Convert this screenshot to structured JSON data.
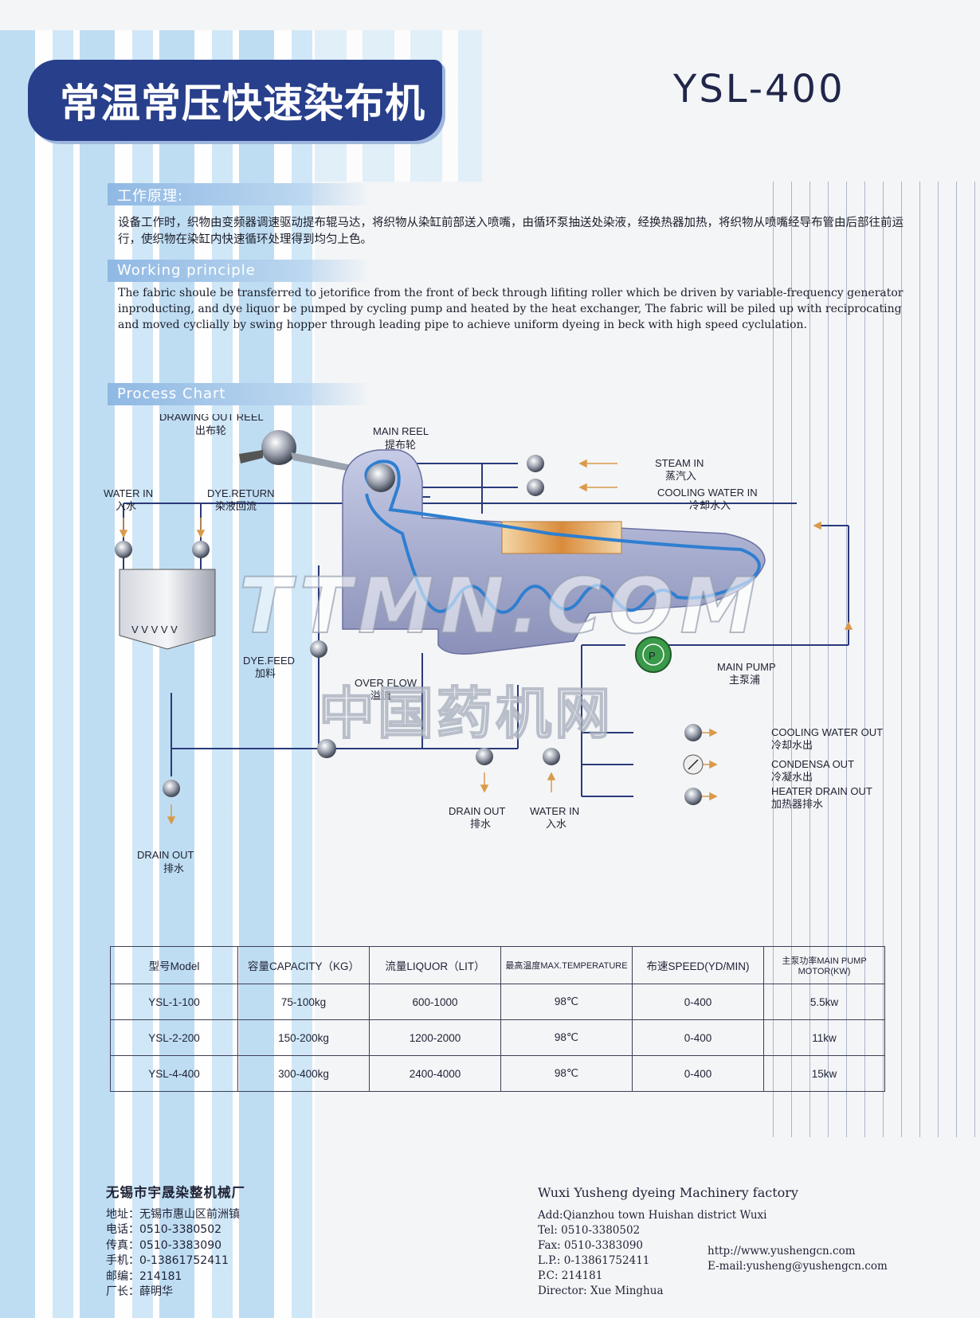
{
  "header": {
    "title_cn": "常温常压快速染布机",
    "model": "YSL-400"
  },
  "sections": {
    "principle_cn_label": "工作原理:",
    "principle_cn_text": "设备工作时，织物由变频器调速驱动提布辊马达，将织物从染缸前部送入喷嘴，由循环泵抽送处染液，经换热器加热，将织物从喷嘴经导布管由后部往前运行，使织物在染缸内快速循环处理得到均匀上色。",
    "principle_en_label": "Working principle",
    "principle_en_text": "The fabric shoule be transferred to jetorifice from the front of beck through lifiting roller which be driven by variable-frequency generator inproducting, and dye liquor be pumped by cycling pump and heated by the heat exchanger, The fabric will be piled up with reciprocating and moved cyclially by swing hopper through leading pipe to achieve uniform dyeing in beck with high speed cyclulation.",
    "process_label": "Process Chart"
  },
  "diagram": {
    "drawing_out_reel_en": "DRAWING OUT REEL",
    "drawing_out_reel_cn": "出布轮",
    "main_reel_en": "MAIN REEL",
    "main_reel_cn": "提布轮",
    "steam_in_en": "STEAM IN",
    "steam_in_cn": "蒸汽入",
    "cooling_water_in_en": "COOLING WATER IN",
    "cooling_water_in_cn": "冷却水入",
    "water_in_en": "WATER IN",
    "water_in_cn": "入水",
    "dye_return_en": "DYE.RETURN",
    "dye_return_cn": "染液回流",
    "dye_feed_en": "DYE.FEED",
    "dye_feed_cn": "加料",
    "over_flow_en": "OVER FLOW",
    "over_flow_cn": "溢流",
    "main_pump_en": "MAIN PUMP",
    "main_pump_cn": "主泵浦",
    "pump_symbol": "P",
    "cooling_water_out_en": "COOLING WATER OUT",
    "cooling_water_out_cn": "冷却水出",
    "condensa_out_en": "CONDENSA OUT",
    "condensa_out_cn": "冷凝水出",
    "heater_drain_out_en": "HEATER DRAIN OUT",
    "heater_drain_out_cn": "加热器排水",
    "drain_out_en": "DRAIN OUT",
    "drain_out_cn": "排水",
    "drain_out2_en": "DRAIN OUT",
    "drain_out2_cn": "排水",
    "water_in2_en": "WATER IN",
    "water_in2_cn": "入水",
    "tank_marks": "V V V V V"
  },
  "watermark": {
    "line1": "TTMN.COM",
    "line2": "中国药机网"
  },
  "spec_table": {
    "headers": [
      "型号Model",
      "容量CAPACITY（KG）",
      "流量LIQUOR（LIT）",
      "最高温度MAX.TEMPERATURE",
      "布速SPEED(YD/MIN)",
      "主泵功率MAIN PUMP MOTOR(KW)"
    ],
    "rows": [
      [
        "YSL-1-100",
        "75-100kg",
        "600-1000",
        "98℃",
        "0-400",
        "5.5kw"
      ],
      [
        "YSL-2-200",
        "150-200kg",
        "1200-2000",
        "98℃",
        "0-400",
        "11kw"
      ],
      [
        "YSL-4-400",
        "300-400kg",
        "2400-4000",
        "98℃",
        "0-400",
        "15kw"
      ]
    ]
  },
  "footer_cn": {
    "company": "无锡市宇晟染整机械厂",
    "address": "地址：无锡市惠山区前洲镇",
    "tel": "电话：0510-3380502",
    "fax": "传真：0510-3383090",
    "mobile": "手机：0-13861752411",
    "postcode": "邮编：214181",
    "director": "厂长：薛明华"
  },
  "footer_en": {
    "company": "Wuxi Yusheng dyeing Machinery factory",
    "address": "Add:Qianzhou town Huishan district Wuxi",
    "tel": "Tel: 0510-3380502",
    "fax": "Fax: 0510-3383090",
    "lp": "L.P.: 0-13861752411",
    "pc": "P.C: 214181",
    "director": "Director: Xue Minghua",
    "web": "http://www.yushengcn.com",
    "email": "E-mail:yusheng@yushengcn.com"
  },
  "colors": {
    "title_badge": "#283f8b",
    "stripe_blue": "#bcdcf2",
    "pipe": "#2a3a7a",
    "fabric": "#2f7fd0",
    "pump": "#3a9a4a",
    "heater": "#e6a860"
  }
}
